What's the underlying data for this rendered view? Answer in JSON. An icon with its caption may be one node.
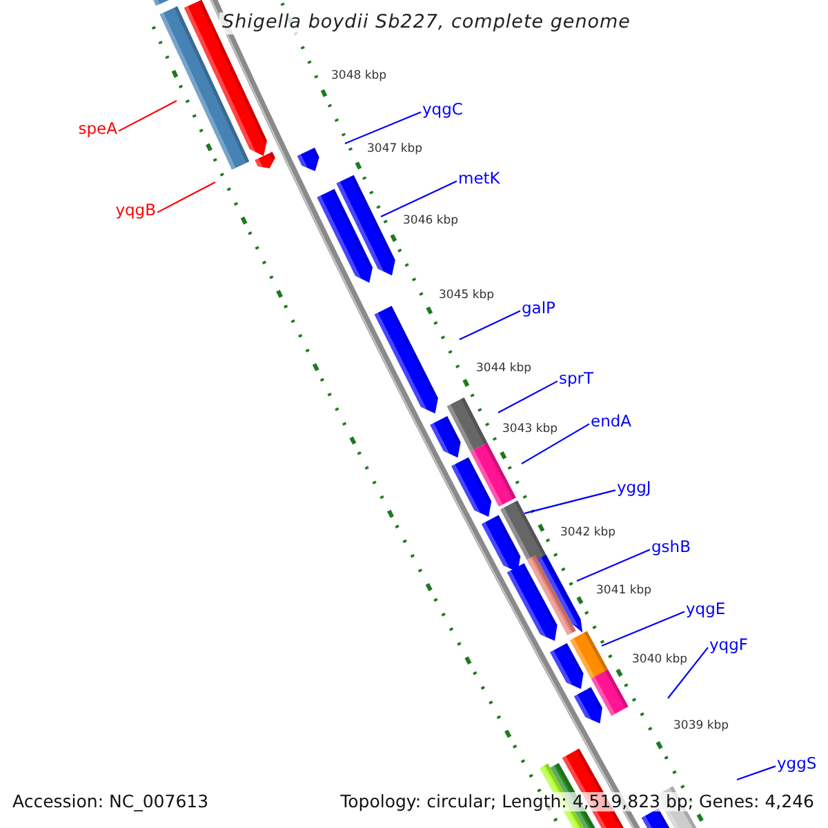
{
  "diagram": {
    "title": "Shigella boydii Sb227, complete genome",
    "nodes": [
      {
        "text": [
          "speA"
        ]
      },
      {
        "text": [
          "yqgB"
        ]
      },
      {
        "text": [
          "yqgC"
        ]
      },
      {
        "text": [
          "metK"
        ]
      },
      {
        "text": [
          "galP"
        ]
      },
      {
        "text": [
          "sprT"
        ]
      },
      {
        "text": [
          "endA"
        ]
      },
      {
        "text": [
          "yggJ"
        ]
      },
      {
        "text": [
          "gshB"
        ]
      },
      {
        "text": [
          "yqgE"
        ]
      },
      {
        "text": [
          "yqgF"
        ]
      },
      {
        "text": [
          "yggS"
        ]
      }
    ],
    "edges": [
      {
        "from": 0,
        "to": null,
        "arrow": "none",
        "color": "#ff0000"
      },
      {
        "from": 1,
        "to": null,
        "arrow": "none",
        "color": "#ff0000"
      },
      {
        "from": 2,
        "to": null,
        "arrow": "none"
      },
      {
        "from": 3,
        "to": null,
        "arrow": "none"
      },
      {
        "from": 4,
        "to": null,
        "arrow": "none"
      },
      {
        "from": 5,
        "to": null,
        "arrow": "none"
      },
      {
        "from": 6,
        "to": null,
        "arrow": "none"
      },
      {
        "from": 7,
        "to": null,
        "arrow": "none"
      },
      {
        "from": 8,
        "to": null,
        "arrow": "none"
      },
      {
        "from": 9,
        "to": null,
        "arrow": "none"
      },
      {
        "from": 10,
        "to": null,
        "arrow": "none"
      },
      {
        "from": 11,
        "to": null,
        "arrow": "none"
      }
    ],
    "labels": [
      "3048 kbp",
      "3047 kbp",
      "3046 kbp",
      "3045 kbp",
      "3044 kbp",
      "3043 kbp",
      "3042 kbp",
      "3041 kbp",
      "3040 kbp",
      "3039 kbp",
      "Accession: NC_007613",
      "Topology: circular; Length: 4,519,823 bp; Genes: 4,246"
    ]
  }
}
